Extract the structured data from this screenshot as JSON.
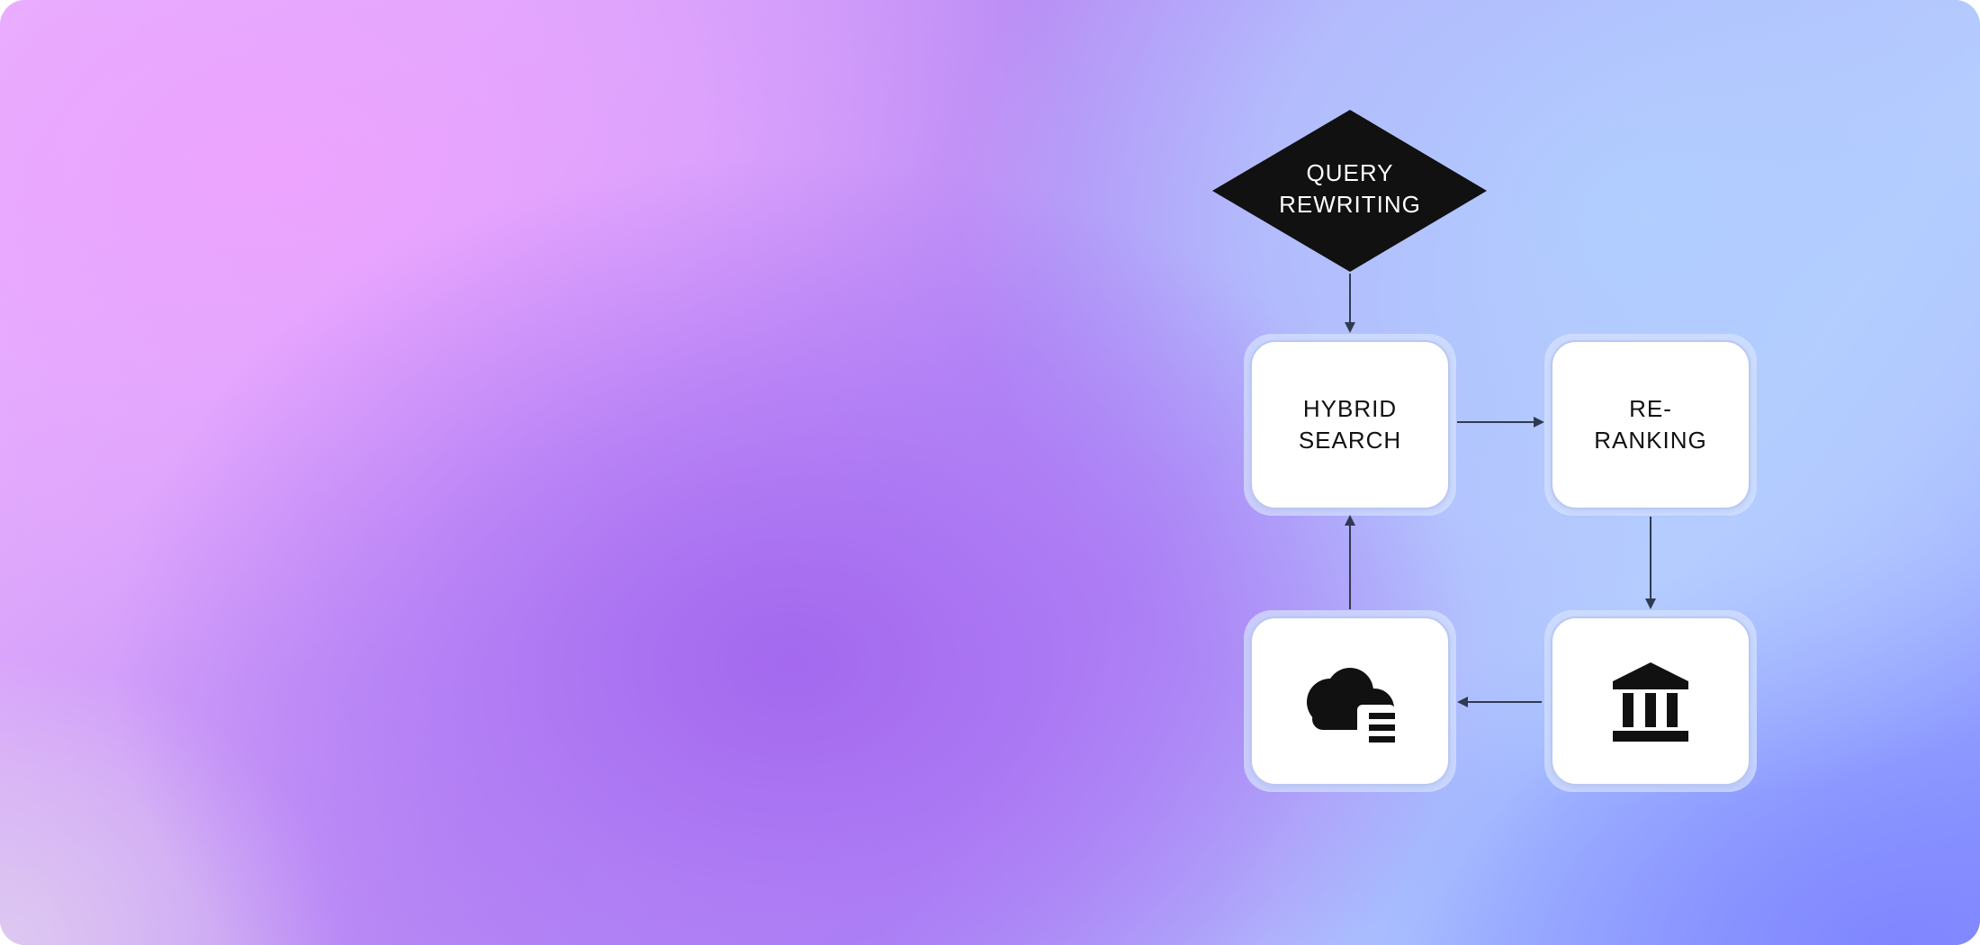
{
  "diagram": {
    "nodes": {
      "query_rewriting": {
        "line1": "QUERY",
        "line2": "REWRITING"
      },
      "hybrid_search": {
        "line1": "HYBRID",
        "line2": "SEARCH"
      },
      "re_ranking": {
        "line1": "RE-",
        "line2": "RANKING"
      },
      "cloud_storage": {
        "icon": "cloud-storage-icon"
      },
      "institution": {
        "icon": "bank-icon"
      }
    },
    "colors": {
      "background_pink": "#E9A8FF",
      "background_purple": "#A56CEF",
      "background_blue": "#B3CCFF",
      "diamond": "#111111",
      "box": "#FFFFFF",
      "box_glow": "#D7E3FF",
      "arrow": "#2F3A52"
    }
  }
}
